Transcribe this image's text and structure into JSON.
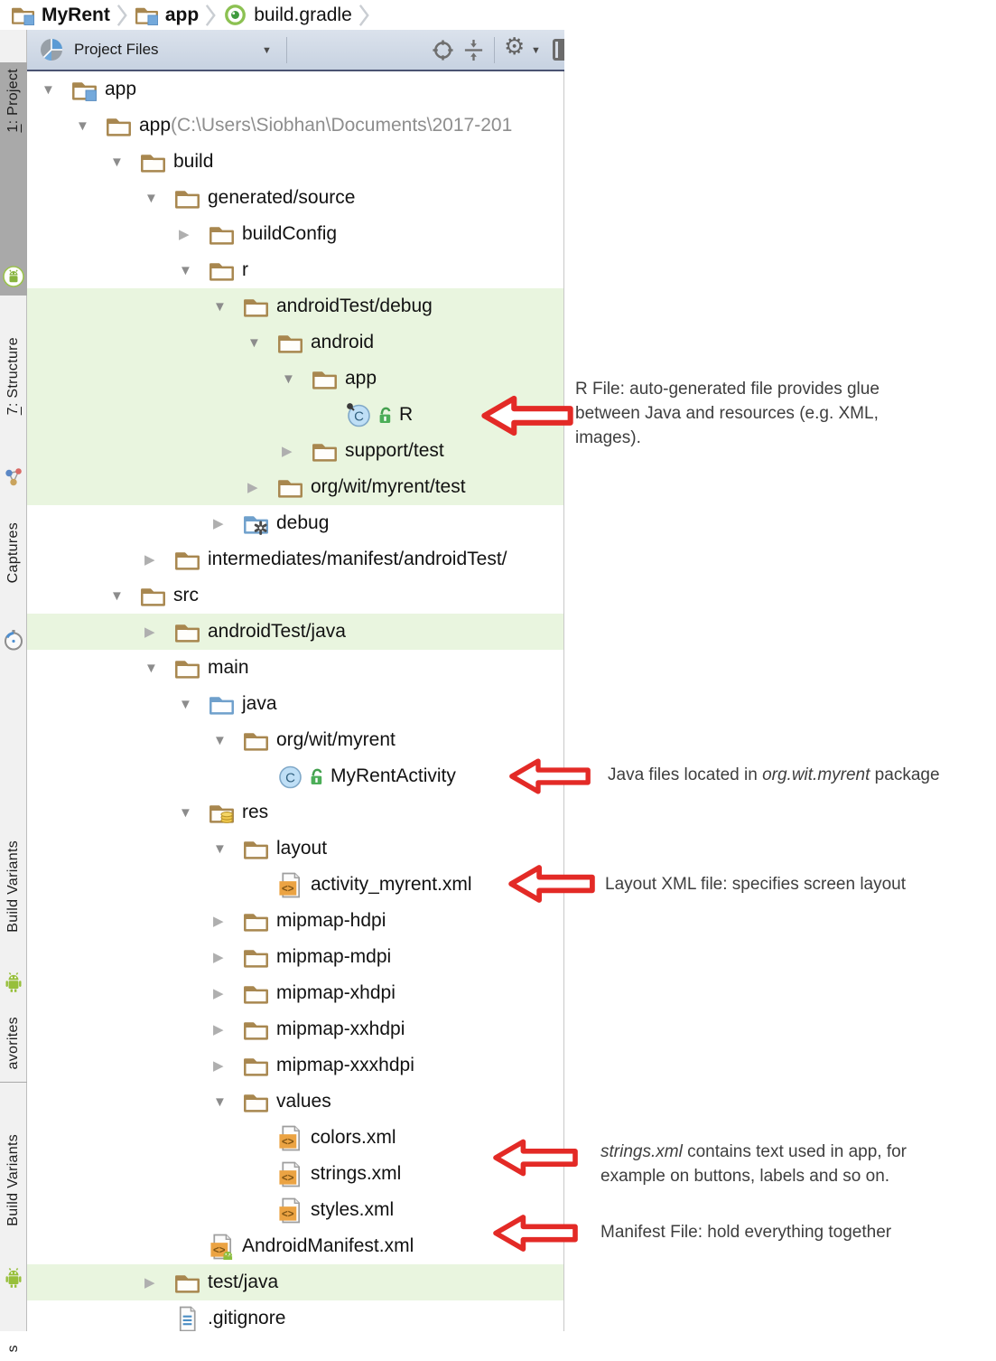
{
  "colors": {
    "highlight_green": "#E9F5DF",
    "arrow_red": "#E32A26",
    "toolbar_bg": "#C7D2E1",
    "active_tool_button_bg": "#A9A9A9"
  },
  "breadcrumb": {
    "items": [
      {
        "label": "MyRent",
        "icon": "module-folder",
        "bold": true
      },
      {
        "label": "app",
        "icon": "module-folder",
        "bold": true
      },
      {
        "label": "build.gradle",
        "icon": "gradle",
        "bold": false
      }
    ]
  },
  "toolbar": {
    "title": "Project Files",
    "icons": [
      "scope-pie-icon",
      "dropdown-arrow-icon",
      "locate-icon",
      "collapse-all-icon",
      "settings-gear-icon",
      "hide-panel-icon"
    ]
  },
  "sidebar": {
    "items": [
      {
        "prefix": "1",
        "label": ": Project",
        "icon": "android-project",
        "active": true
      },
      {
        "prefix": "7",
        "label": ": Structure",
        "icon": "structure",
        "active": false
      },
      {
        "prefix": "",
        "label": "Captures",
        "icon": "captures",
        "active": false
      },
      {
        "prefix": "",
        "label": "Build Variants",
        "icon": "android-robot",
        "active": false
      },
      {
        "prefix": "",
        "label": "avorites",
        "icon": "",
        "active": false
      },
      {
        "prefix": "",
        "label": "Build Variants",
        "icon": "android-robot",
        "active": false
      },
      {
        "prefix": "",
        "label": "s",
        "icon": "",
        "active": false
      }
    ]
  },
  "tree": {
    "rows": [
      {
        "label": "app",
        "icon": "module-folder",
        "expand": "open",
        "level": 0
      },
      {
        "label": "app",
        "suffix": " (C:\\Users\\Siobhan\\Documents\\2017-201",
        "icon": "folder",
        "expand": "open",
        "level": 1
      },
      {
        "label": "build",
        "icon": "folder",
        "expand": "open",
        "level": 2
      },
      {
        "label": "generated/source",
        "icon": "folder",
        "expand": "open",
        "level": 3
      },
      {
        "label": "buildConfig",
        "icon": "folder",
        "expand": "closed",
        "level": 4
      },
      {
        "label": "r",
        "icon": "folder",
        "expand": "open",
        "level": 4
      },
      {
        "label": "androidTest/debug",
        "icon": "folder",
        "expand": "open",
        "level": 5,
        "highlight": true
      },
      {
        "label": "android",
        "icon": "folder",
        "expand": "open",
        "level": 6,
        "highlight": true
      },
      {
        "label": "app",
        "icon": "folder",
        "expand": "open",
        "level": 7,
        "highlight": true
      },
      {
        "label": "R",
        "icon": "class",
        "expand": "none",
        "level": 8,
        "highlight": true,
        "lock": true,
        "dot": true
      },
      {
        "label": "support/test",
        "icon": "folder",
        "expand": "closed",
        "level": 7,
        "highlight": true
      },
      {
        "label": "org/wit/myrent/test",
        "icon": "folder",
        "expand": "closed",
        "level": 6,
        "highlight": true
      },
      {
        "label": "debug",
        "icon": "generated-folder",
        "expand": "closed",
        "level": 5
      },
      {
        "label": "intermediates/manifest/androidTest/",
        "icon": "folder",
        "expand": "closed",
        "level": 3
      },
      {
        "label": "src",
        "icon": "folder",
        "expand": "open",
        "level": 2
      },
      {
        "label": "androidTest/java",
        "icon": "folder",
        "expand": "closed",
        "level": 3,
        "highlight": true
      },
      {
        "label": "main",
        "icon": "folder",
        "expand": "open",
        "level": 3
      },
      {
        "label": "java",
        "icon": "source-folder",
        "expand": "open",
        "level": 4
      },
      {
        "label": "org/wit/myrent",
        "icon": "folder",
        "expand": "open",
        "level": 5
      },
      {
        "label": "MyRentActivity",
        "icon": "class",
        "expand": "none",
        "level": 6,
        "lock": true
      },
      {
        "label": "res",
        "icon": "resource-folder",
        "expand": "open",
        "level": 4
      },
      {
        "label": "layout",
        "icon": "folder",
        "expand": "open",
        "level": 5
      },
      {
        "label": "activity_myrent.xml",
        "icon": "xml-file",
        "expand": "none",
        "level": 6
      },
      {
        "label": "mipmap-hdpi",
        "icon": "folder",
        "expand": "closed",
        "level": 5
      },
      {
        "label": "mipmap-mdpi",
        "icon": "folder",
        "expand": "closed",
        "level": 5
      },
      {
        "label": "mipmap-xhdpi",
        "icon": "folder",
        "expand": "closed",
        "level": 5
      },
      {
        "label": "mipmap-xxhdpi",
        "icon": "folder",
        "expand": "closed",
        "level": 5
      },
      {
        "label": "mipmap-xxxhdpi",
        "icon": "folder",
        "expand": "closed",
        "level": 5
      },
      {
        "label": "values",
        "icon": "folder",
        "expand": "open",
        "level": 5
      },
      {
        "label": "colors.xml",
        "icon": "xml-file",
        "expand": "none",
        "level": 6
      },
      {
        "label": "strings.xml",
        "icon": "xml-file",
        "expand": "none",
        "level": 6
      },
      {
        "label": "styles.xml",
        "icon": "xml-file",
        "expand": "none",
        "level": 6
      },
      {
        "label": "AndroidManifest.xml",
        "icon": "manifest-file",
        "expand": "none",
        "level": 4
      },
      {
        "label": "test/java",
        "icon": "folder",
        "expand": "closed",
        "level": 3,
        "highlight": true
      },
      {
        "label": ".gitignore",
        "icon": "text-file",
        "expand": "none",
        "level": 3
      }
    ]
  },
  "annotations": [
    {
      "lines": [
        [
          {
            "t": "R File: auto-generated file provides glue"
          }
        ],
        [
          {
            "t": "between Java and resources (e.g. XML,"
          }
        ],
        [
          {
            "t": "images)."
          }
        ]
      ]
    },
    {
      "lines": [
        [
          {
            "t": "Java files located in "
          },
          {
            "t": "org.wit.myrent",
            "i": true
          },
          {
            "t": " package"
          }
        ]
      ]
    },
    {
      "lines": [
        [
          {
            "t": "Layout XML file: specifies screen layout"
          }
        ]
      ]
    },
    {
      "lines": [
        [
          {
            "t": "strings.xml",
            "i": true
          },
          {
            "t": " contains text used in app, for"
          }
        ],
        [
          {
            "t": "example on buttons, labels and so on."
          }
        ]
      ]
    },
    {
      "lines": [
        [
          {
            "t": "Manifest File: hold everything together"
          }
        ]
      ]
    }
  ]
}
